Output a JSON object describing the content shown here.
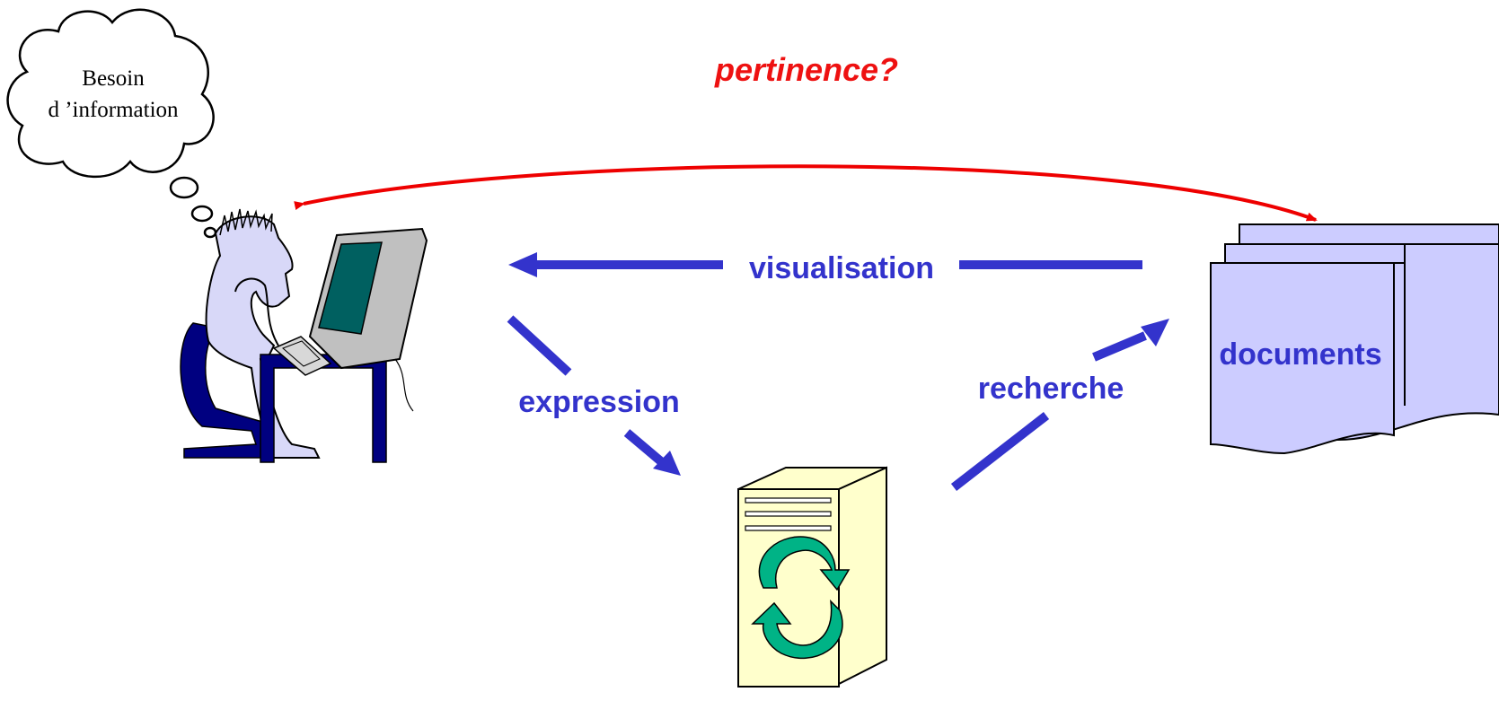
{
  "thought_bubble": {
    "line1": "Besoin",
    "line2": "d ’information"
  },
  "top_label": "pertinence?",
  "arrow_labels": {
    "visualisation": "visualisation",
    "expression": "expression",
    "recherche": "recherche"
  },
  "documents_label": "documents",
  "colors": {
    "flow_arrow": "#3333cc",
    "relevance_arrow": "#ee0000",
    "relevance_text": "#ee1111",
    "label_blue": "#3333cc",
    "person_fill": "#d8d8f8",
    "chair": "#000080",
    "document_fill": "#ccccff",
    "server_fill": "#ffffcc",
    "cycle_green": "#00b386",
    "screen": "#006060"
  },
  "icons": [
    "thought-bubble-icon",
    "user-at-computer-icon",
    "server-icon",
    "documents-stack-icon"
  ]
}
